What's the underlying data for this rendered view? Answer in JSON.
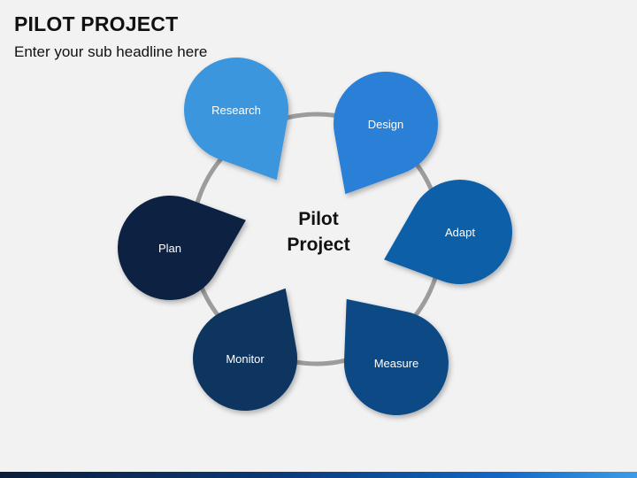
{
  "title": "PILOT PROJECT",
  "subtitle": "Enter your sub headline here",
  "center_label_line1": "Pilot",
  "center_label_line2": "Project",
  "stages": [
    {
      "label": "Research",
      "color": "#3a96dd"
    },
    {
      "label": "Design",
      "color": "#2c7fd6"
    },
    {
      "label": "Adapt",
      "color": "#0f5ea8"
    },
    {
      "label": "Measure",
      "color": "#0d4a85"
    },
    {
      "label": "Monitor",
      "color": "#0c355f"
    },
    {
      "label": "Plan",
      "color": "#0a2442"
    }
  ],
  "ring_color": "#9c9c9c"
}
